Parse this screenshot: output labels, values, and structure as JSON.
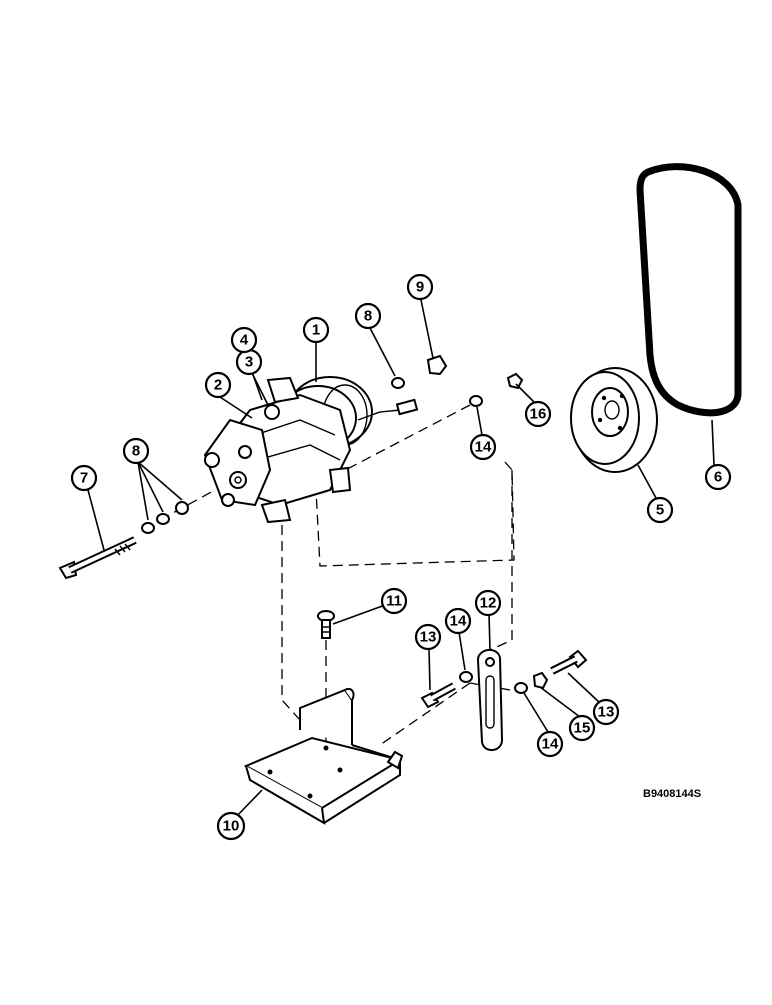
{
  "diagram": {
    "reference_code": "B9408144S",
    "callouts": [
      {
        "id": "c1",
        "label": "1"
      },
      {
        "id": "c2",
        "label": "2"
      },
      {
        "id": "c3",
        "label": "3"
      },
      {
        "id": "c4",
        "label": "4"
      },
      {
        "id": "c5",
        "label": "5"
      },
      {
        "id": "c6",
        "label": "6"
      },
      {
        "id": "c7",
        "label": "7"
      },
      {
        "id": "c8a",
        "label": "8"
      },
      {
        "id": "c8b",
        "label": "8"
      },
      {
        "id": "c9",
        "label": "9"
      },
      {
        "id": "c10",
        "label": "10"
      },
      {
        "id": "c11",
        "label": "11"
      },
      {
        "id": "c12",
        "label": "12"
      },
      {
        "id": "c13a",
        "label": "13"
      },
      {
        "id": "c13b",
        "label": "13"
      },
      {
        "id": "c14a",
        "label": "14"
      },
      {
        "id": "c14b",
        "label": "14"
      },
      {
        "id": "c14c",
        "label": "14"
      },
      {
        "id": "c15",
        "label": "15"
      },
      {
        "id": "c16",
        "label": "16"
      }
    ]
  }
}
